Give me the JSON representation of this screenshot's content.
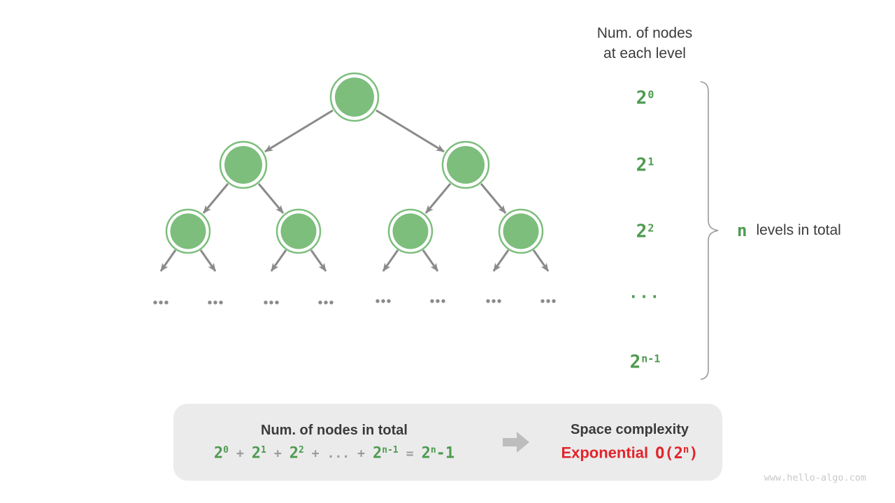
{
  "colors": {
    "node_green": "#7dbe7d",
    "text_green": "#4e9b50",
    "text_dark": "#3b3b3b",
    "arrow_gray": "#8a8a8a",
    "op_gray": "#9b9b9b",
    "box_bg": "#ebebeb",
    "big_arrow": "#bdbdbd",
    "red": "#e2242b",
    "watermark": "#c9c9c9",
    "brace": "#999999"
  },
  "header": {
    "line1": "Num. of nodes",
    "line2": "at each level"
  },
  "level_labels": [
    {
      "base": "2",
      "sup": "0"
    },
    {
      "base": "2",
      "sup": "1"
    },
    {
      "base": "2",
      "sup": "2"
    },
    {
      "base": "...",
      "sup": ""
    },
    {
      "base": "2",
      "sup": "n-1"
    }
  ],
  "brace_note": {
    "highlight": "n",
    "text": "levels in total"
  },
  "tree": {
    "levels_shown": 3,
    "nodes_per_level": [
      1,
      2,
      4
    ],
    "ellipsis_groups": 8
  },
  "summary": {
    "total_title": "Num. of nodes in total",
    "formula": [
      {
        "base": "2",
        "sup": "0"
      },
      {
        "op": "+"
      },
      {
        "base": "2",
        "sup": "1"
      },
      {
        "op": "+"
      },
      {
        "base": "2",
        "sup": "2"
      },
      {
        "op": "+"
      },
      {
        "op": "..."
      },
      {
        "op": "+"
      },
      {
        "base": "2",
        "sup": "n-1"
      },
      {
        "op": "="
      },
      {
        "base": "2",
        "sup": "n",
        "suffix": "-1"
      }
    ],
    "space_title": "Space complexity",
    "complexity_word": "Exponential",
    "big_o": {
      "prefix": "O(2",
      "sup": "n",
      "suffix": ")"
    }
  },
  "watermark": "www.hello-algo.com"
}
